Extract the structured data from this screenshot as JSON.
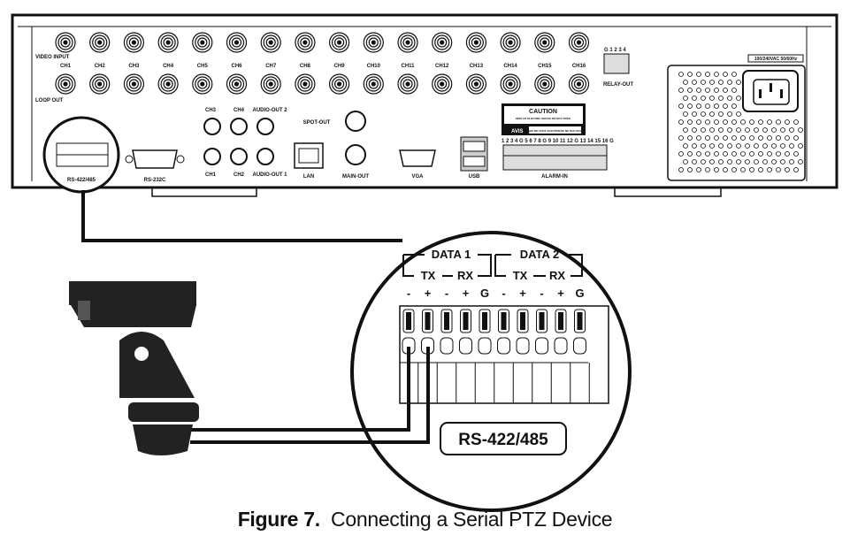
{
  "device": {
    "video_input_label": "VIDEO INPUT",
    "loop_out_label": "LOOP OUT",
    "channels": [
      "CH1",
      "CH2",
      "CH3",
      "CH4",
      "CH5",
      "CH6",
      "CH7",
      "CH8",
      "CH9",
      "CH10",
      "CH11",
      "CH12",
      "CH13",
      "CH14",
      "CH15",
      "CH16"
    ],
    "audio_in_top": [
      "CH3",
      "CH4"
    ],
    "audio_in_bottom": [
      "CH1",
      "CH2"
    ],
    "audio_out_2": "AUDIO-OUT 2",
    "audio_out_1": "AUDIO-OUT 1",
    "spot_out": "SPOT-OUT",
    "main_out": "MAIN-OUT",
    "lan": "LAN",
    "vga": "VGA",
    "usb": "USB",
    "rs232c": "RS-232C",
    "rs422_485_small": "RS-422/485",
    "relay_numbers": "G 1 2 3 4",
    "relay_out": "RELAY-OUT",
    "alarm_numbers": "1 2 3 4 G 5 6 7 8 G 9 10 11 12 G 13 14 15 16 G",
    "alarm_in": "ALARM-IN",
    "caution": "CAUTION",
    "caution_sub": "RISK OF ELECTRIC SHOCK DO NOT OPEN",
    "avis": "AVIS",
    "avis_sub": "RISQUE DE CHOC ELECTRIQUE NE PAS OUVRIR",
    "power_rating": "100/240VAC 50/60Hz"
  },
  "detail": {
    "data1": "DATA 1",
    "data2": "DATA 2",
    "tx": "TX",
    "rx": "RX",
    "pins": [
      "-",
      "+",
      "-",
      "+",
      "G",
      "-",
      "+",
      "-",
      "+",
      "G"
    ],
    "port_label": "RS-422/485"
  },
  "caption": {
    "figure": "Figure 7.",
    "title": "Connecting a Serial PTZ Device"
  }
}
